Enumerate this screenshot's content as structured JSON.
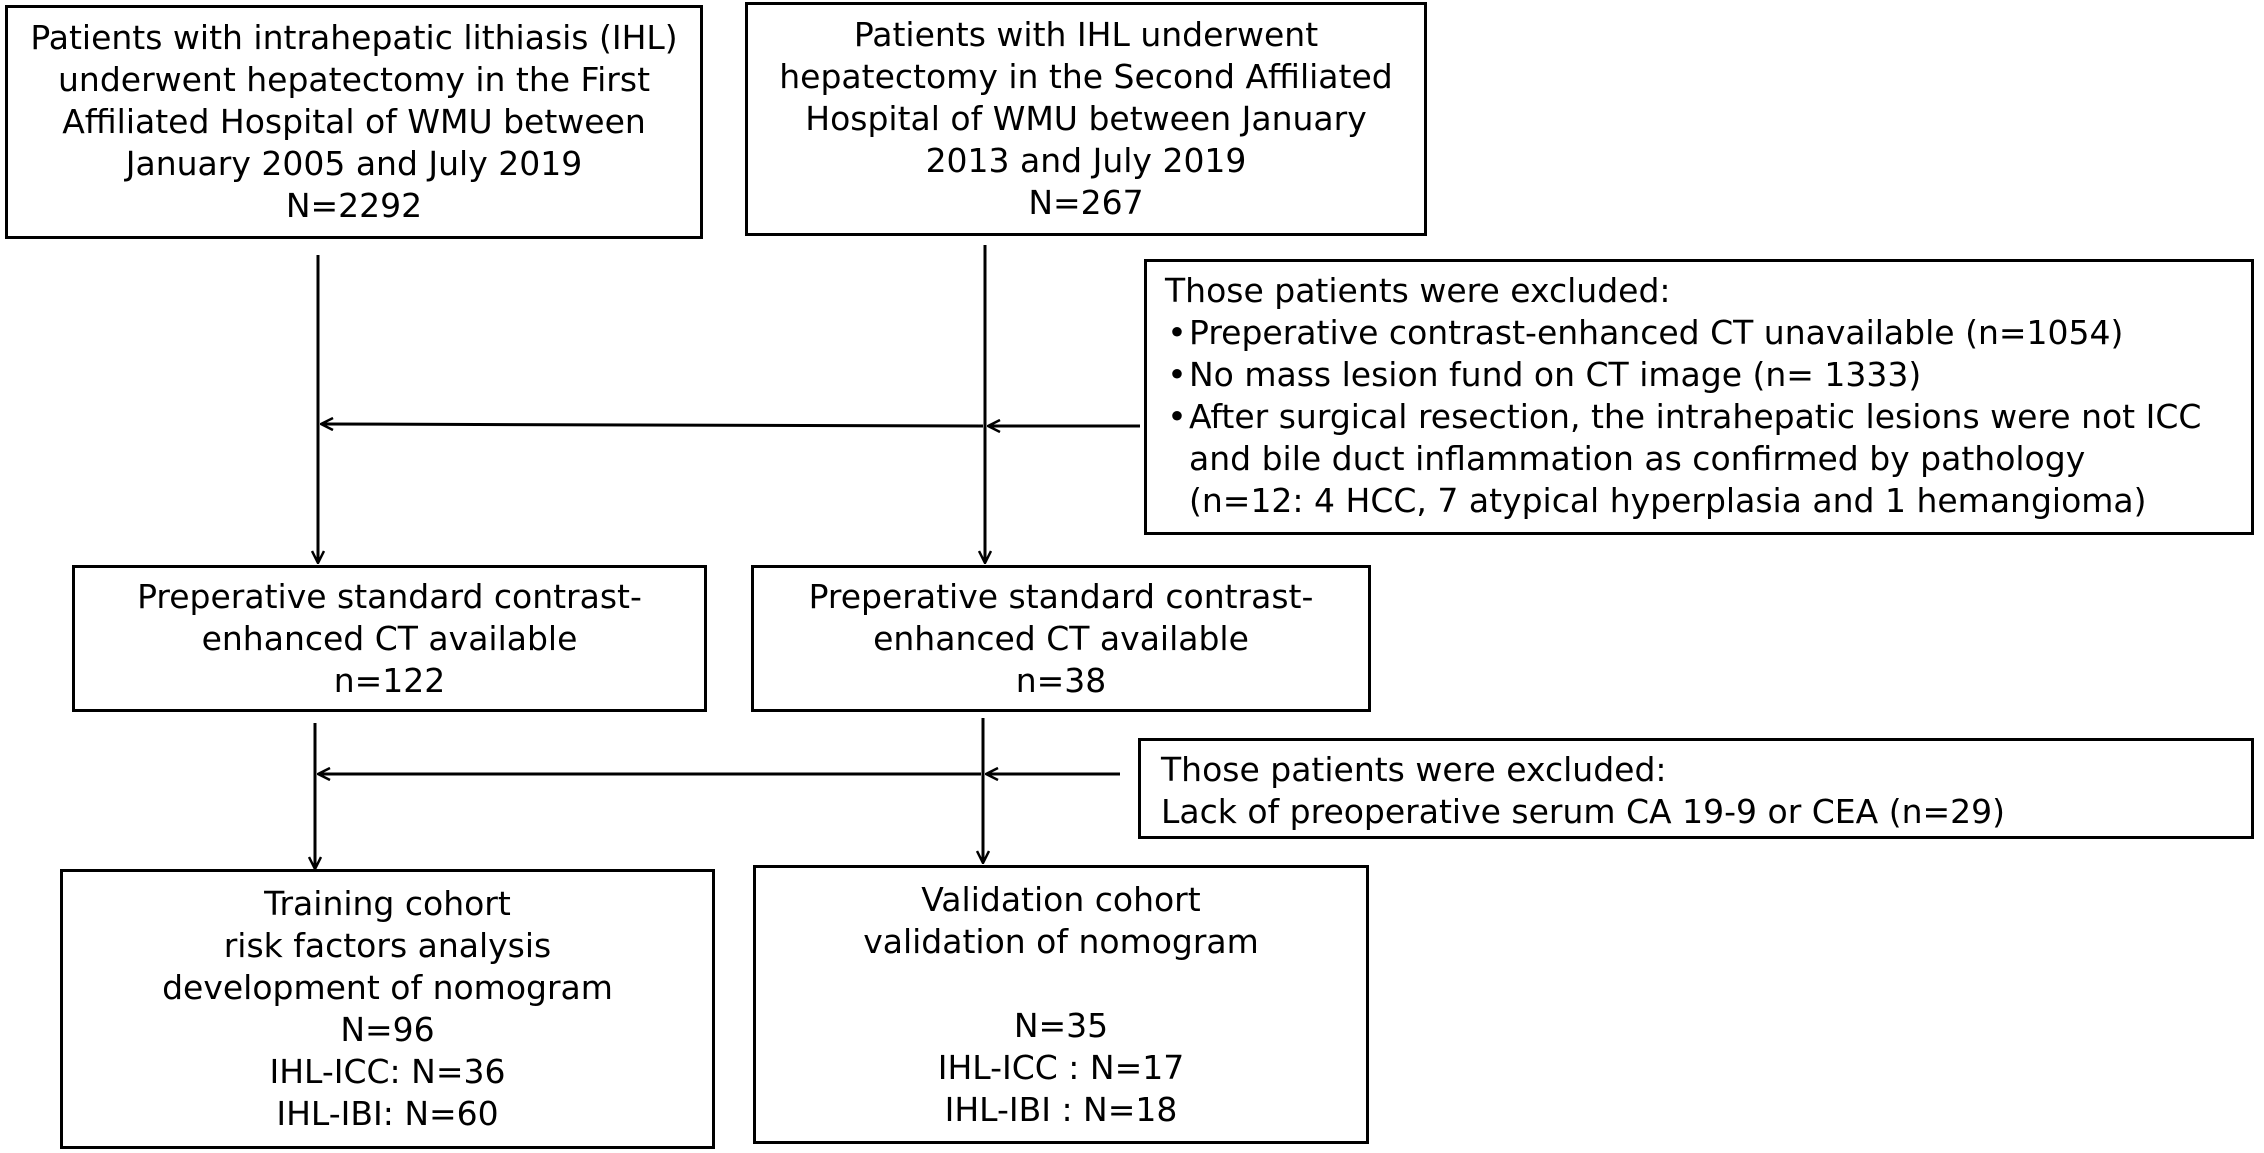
{
  "top_left_box": {
    "lines": [
      "Patients with intrahepatic lithiasis (IHL)",
      "underwent hepatectomy in the First",
      "Affiliated Hospital of WMU between",
      "January 2005 and July 2019",
      "N=2292"
    ]
  },
  "top_right_box": {
    "lines": [
      "Patients with IHL underwent",
      "hepatectomy in the Second Affiliated",
      "Hospital of WMU between January",
      "2013 and July 2019",
      "N=267"
    ]
  },
  "exclusion_1": {
    "heading": "Those patients were excluded:",
    "bullet_glyph": "•",
    "items": [
      {
        "lines": [
          "Preperative contrast-enhanced CT unavailable (n=1054)"
        ]
      },
      {
        "lines": [
          "No mass lesion fund on CT image (n= 1333)"
        ]
      },
      {
        "lines": [
          "After surgical resection, the intrahepatic lesions were not ICC",
          "and bile duct inflammation as confirmed by pathology",
          "(n=12:  4 HCC, 7 atypical hyperplasia and 1 hemangioma)"
        ]
      }
    ]
  },
  "mid_left_box": {
    "lines": [
      "Preperative standard contrast-",
      "enhanced CT available",
      "n=122"
    ]
  },
  "mid_right_box": {
    "lines": [
      "Preperative standard contrast-",
      "enhanced CT available",
      "n=38"
    ]
  },
  "exclusion_2": {
    "lines": [
      "Those patients were excluded:",
      "Lack of preoperative serum CA 19-9 or CEA (n=29)"
    ]
  },
  "training_box": {
    "lines": [
      "Training cohort",
      "risk factors analysis",
      "development of nomogram",
      "N=96",
      "IHL-ICC: N=36",
      "IHL-IBI: N=60"
    ]
  },
  "validation_box": {
    "lines_top": [
      "Validation cohort",
      "validation of nomogram"
    ],
    "lines_bottom": [
      "N=35",
      "IHL-ICC : N=17",
      "IHL-IBI : N=18"
    ]
  },
  "colors": {
    "stroke": "#000000",
    "background": "#ffffff"
  }
}
